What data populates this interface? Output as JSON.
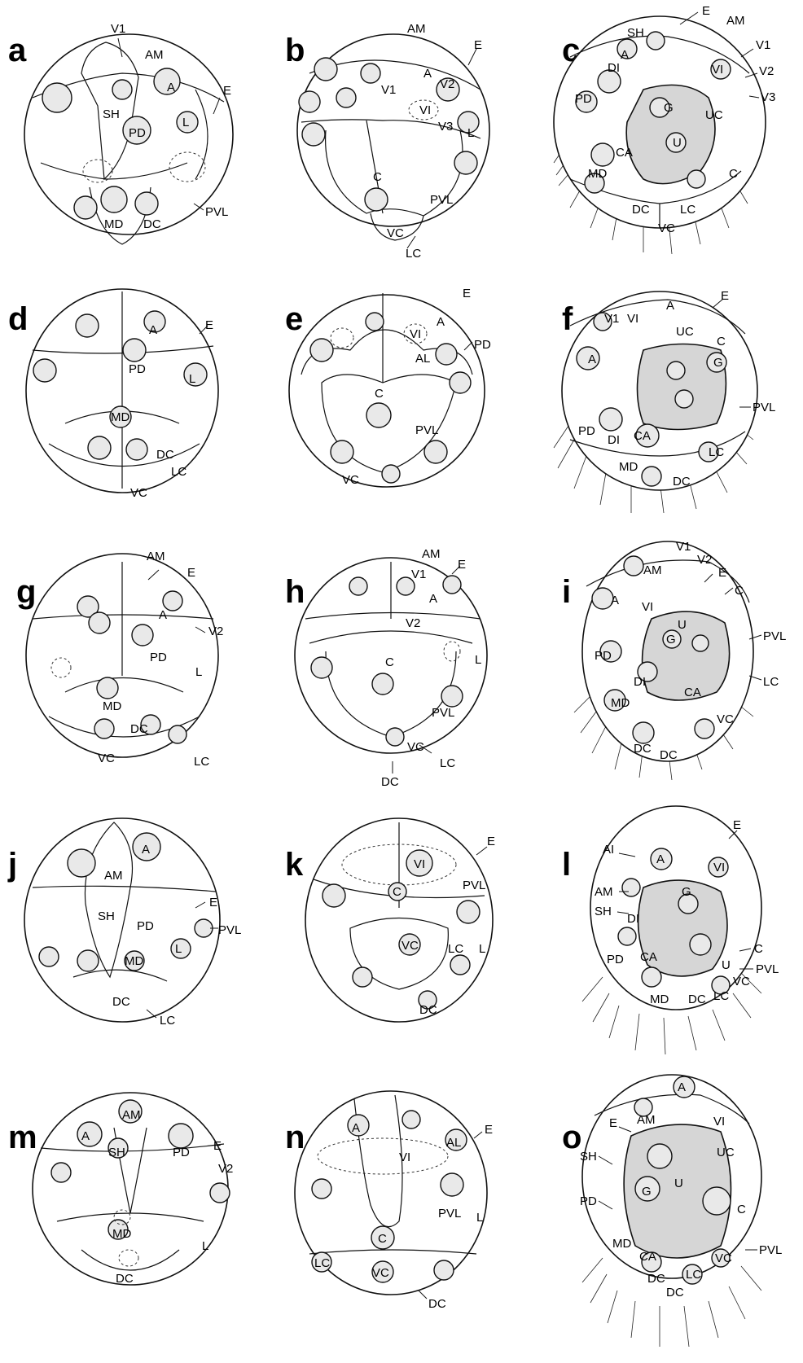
{
  "colors": {
    "ink": "#111111",
    "paper": "#ffffff",
    "gut_stipple": "#d6d6d6"
  },
  "panels": [
    {
      "letter": "a",
      "labels": [
        "V1",
        "AM",
        "SH",
        "A",
        "E",
        "PD",
        "L",
        "PVL",
        "MD",
        "DC"
      ]
    },
    {
      "letter": "b",
      "labels": [
        "AM",
        "E",
        "A",
        "V1",
        "V2",
        "VI",
        "V3",
        "L",
        "C",
        "PVL",
        "VC",
        "LC"
      ]
    },
    {
      "letter": "c",
      "labels": [
        "E",
        "AM",
        "SH",
        "V1",
        "A",
        "VI",
        "V2",
        "V3",
        "DI",
        "PD",
        "G",
        "UC",
        "CA",
        "U",
        "MD",
        "C",
        "DC",
        "LC",
        "VC"
      ]
    },
    {
      "letter": "d",
      "labels": [
        "A",
        "E",
        "PD",
        "L",
        "MD",
        "DC",
        "LC",
        "VC"
      ]
    },
    {
      "letter": "e",
      "labels": [
        "E",
        "A",
        "VI",
        "PD",
        "AL",
        "C",
        "PVL",
        "VC"
      ]
    },
    {
      "letter": "f",
      "labels": [
        "E",
        "V1",
        "VI",
        "A",
        "UC",
        "C",
        "A",
        "G",
        "PVL",
        "PD",
        "DI",
        "CA",
        "LC",
        "MD",
        "DC"
      ]
    },
    {
      "letter": "g",
      "labels": [
        "AM",
        "E",
        "A",
        "V2",
        "PD",
        "L",
        "MD",
        "DC",
        "LC",
        "VC"
      ]
    },
    {
      "letter": "h",
      "labels": [
        "AM",
        "E",
        "V1",
        "A",
        "V2",
        "C",
        "L",
        "PVL",
        "VC",
        "LC",
        "DC"
      ]
    },
    {
      "letter": "i",
      "labels": [
        "V1",
        "V2",
        "E",
        "AM",
        "C",
        "A",
        "VI",
        "U",
        "G",
        "PVL",
        "PD",
        "DI",
        "CA",
        "LC",
        "MD",
        "VC",
        "DC",
        "DC"
      ]
    },
    {
      "letter": "j",
      "labels": [
        "A",
        "AM",
        "E",
        "SH",
        "PD",
        "PVL",
        "L",
        "MD",
        "DC",
        "LC"
      ]
    },
    {
      "letter": "k",
      "labels": [
        "VI",
        "E",
        "C",
        "PVL",
        "VC",
        "LC",
        "L",
        "DC"
      ]
    },
    {
      "letter": "l",
      "labels": [
        "E",
        "AI",
        "A",
        "VI",
        "AM",
        "G",
        "SH",
        "DI",
        "CA",
        "C",
        "PD",
        "U",
        "PVL",
        "VC",
        "MD",
        "DC",
        "LC"
      ]
    },
    {
      "letter": "m",
      "labels": [
        "AM",
        "A",
        "SH",
        "PD",
        "E",
        "V2",
        "MD",
        "L",
        "DC"
      ]
    },
    {
      "letter": "n",
      "labels": [
        "A",
        "AL",
        "E",
        "VI",
        "PVL",
        "L",
        "C",
        "LC",
        "VC",
        "DC"
      ]
    },
    {
      "letter": "o",
      "labels": [
        "A",
        "E",
        "AM",
        "VI",
        "SH",
        "UC",
        "G",
        "U",
        "C",
        "PD",
        "PVL",
        "MD",
        "CA",
        "VC",
        "DC",
        "DC",
        "LC"
      ]
    }
  ]
}
